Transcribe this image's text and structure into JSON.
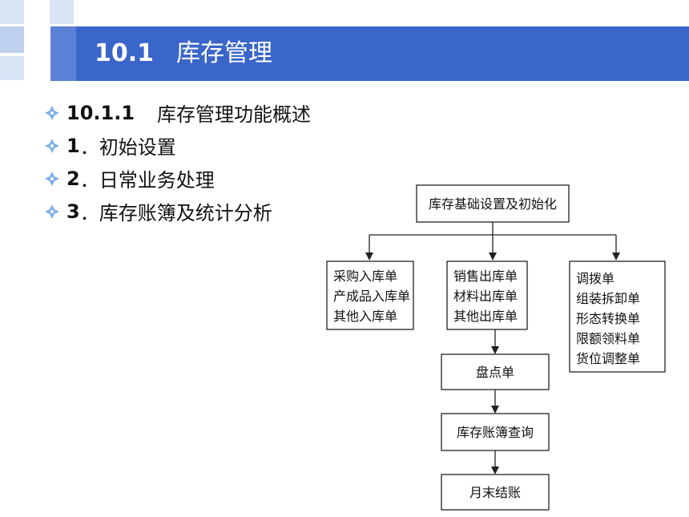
{
  "header": {
    "section_number": "10.1",
    "section_title": "库存管理"
  },
  "bullets": [
    {
      "num": "10.1.1",
      "text": "库存管理功能概述"
    },
    {
      "num": "1",
      "text": "．初始设置"
    },
    {
      "num": "2",
      "text": "．日常业务处理"
    },
    {
      "num": "3",
      "text": "．库存账簿及统计分析"
    }
  ],
  "diagram": {
    "root": "库存基础设置及初始化",
    "inbound": [
      "采购入库单",
      "产成品入库单",
      "其他入库单"
    ],
    "outbound": [
      "销售出库单",
      "材料出库单",
      "其他出库单"
    ],
    "transfer": [
      "调拨单",
      "组装拆卸单",
      "形态转换单",
      "限额领料单",
      "货位调整单"
    ],
    "stocktake": "盘点单",
    "ledger_query": "库存账簿查询",
    "month_end": "月末结账"
  },
  "colors": {
    "title_bar": "#3a65c9",
    "bullet_diamond": "#7fb0e8"
  }
}
